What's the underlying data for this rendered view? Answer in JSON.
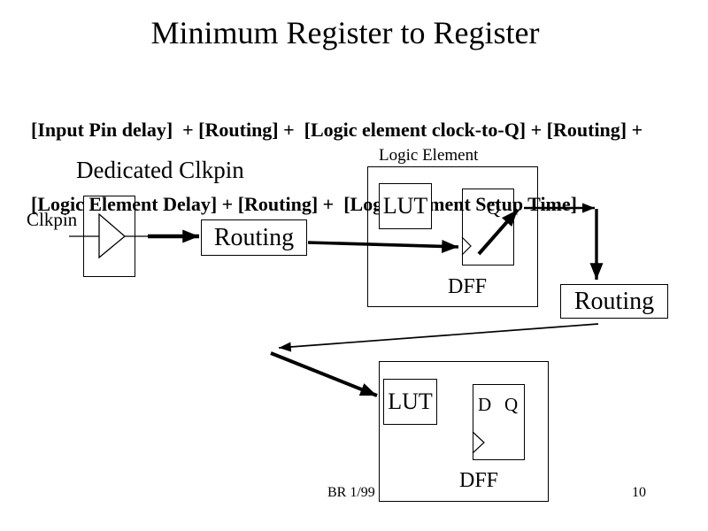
{
  "slide": {
    "title": "Minimum Register to Register",
    "formula_line1": "[Input Pin delay]  + [Routing] +  [Logic element clock-to-Q] + [Routing] +",
    "formula_line2": "[Logic Element Delay] + [Routing] +  [Logic Element Setup Time]",
    "footer": "BR 1/99",
    "page_number": "10"
  },
  "diagram": {
    "dedicated_clkpin_label": "Dedicated Clkpin",
    "clkpin_label": "Clkpin",
    "routing1_label": "Routing",
    "routing2_label": "Routing",
    "logic_element1": {
      "title": "Logic Element",
      "lut_label": "LUT",
      "dff_label": "DFF",
      "q_label": "Q"
    },
    "logic_element2": {
      "lut_label": "LUT",
      "dff_label": "DFF",
      "d_label": "D",
      "q_label": "Q"
    },
    "connections": [
      "Clkpin wire into input buffer",
      "input buffer to Routing box (thick arrow)",
      "Routing box to DFF clock input of Logic Element 1 (thick arrow)",
      "DFF Q diagonal output arrow",
      "Q output right then down into second Routing box",
      "second Routing box long arrow down-left",
      "thick arrow down-right into second logic element LUT"
    ]
  },
  "colors": {
    "ink": "#000000",
    "background": "#ffffff"
  }
}
